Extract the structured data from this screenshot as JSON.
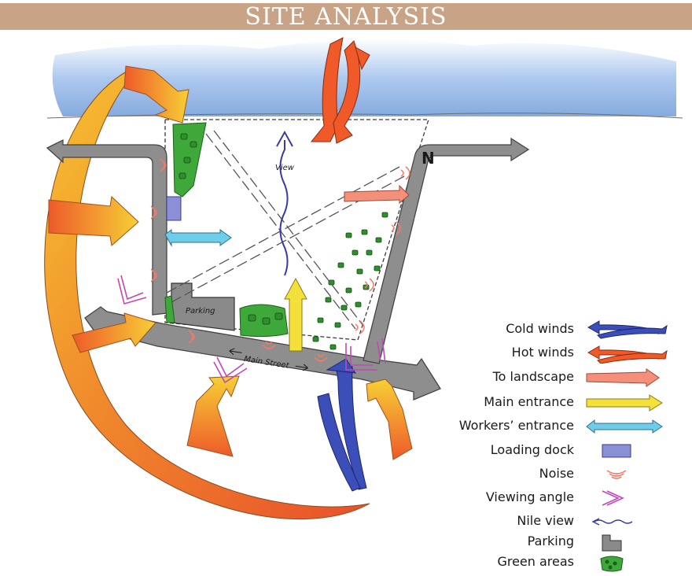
{
  "title": "SITE ANALYSIS",
  "labels": {
    "view": "View",
    "parking": "Parking",
    "main_street": "Main Street",
    "north": "N"
  },
  "legend": [
    {
      "key": "cold-winds",
      "label": "Cold winds"
    },
    {
      "key": "hot-winds",
      "label": "Hot winds"
    },
    {
      "key": "to-landscape",
      "label": "To landscape"
    },
    {
      "key": "main-entrance",
      "label": "Main entrance"
    },
    {
      "key": "workers-entrance",
      "label": "Workers’ entrance"
    },
    {
      "key": "loading-dock",
      "label": "Loading dock"
    },
    {
      "key": "noise",
      "label": "Noise"
    },
    {
      "key": "viewing-angle",
      "label": "Viewing angle"
    },
    {
      "key": "nile-view",
      "label": "Nile view"
    },
    {
      "key": "parking",
      "label": "Parking"
    },
    {
      "key": "green-areas",
      "label": "Green areas"
    }
  ],
  "colors": {
    "title_band": "#c8a386",
    "water": "#8fb4e3",
    "road": "#8e8e8e",
    "cold_wind": "#3c4fb8",
    "hot_wind": "#f05a28",
    "sun_orange": "#ef6b2a",
    "sun_yellow": "#f6c431",
    "landscape": "#f4907a",
    "main_entrance": "#f4e03a",
    "workers_entrance": "#6fcdea",
    "loading_dock": "#8b8fd6",
    "noise": "#f07b6a",
    "viewing_angle": "#c048b8",
    "nile_view": "#3a3aa0",
    "parking": "#8a8a8a",
    "green": "#3ea83a"
  }
}
